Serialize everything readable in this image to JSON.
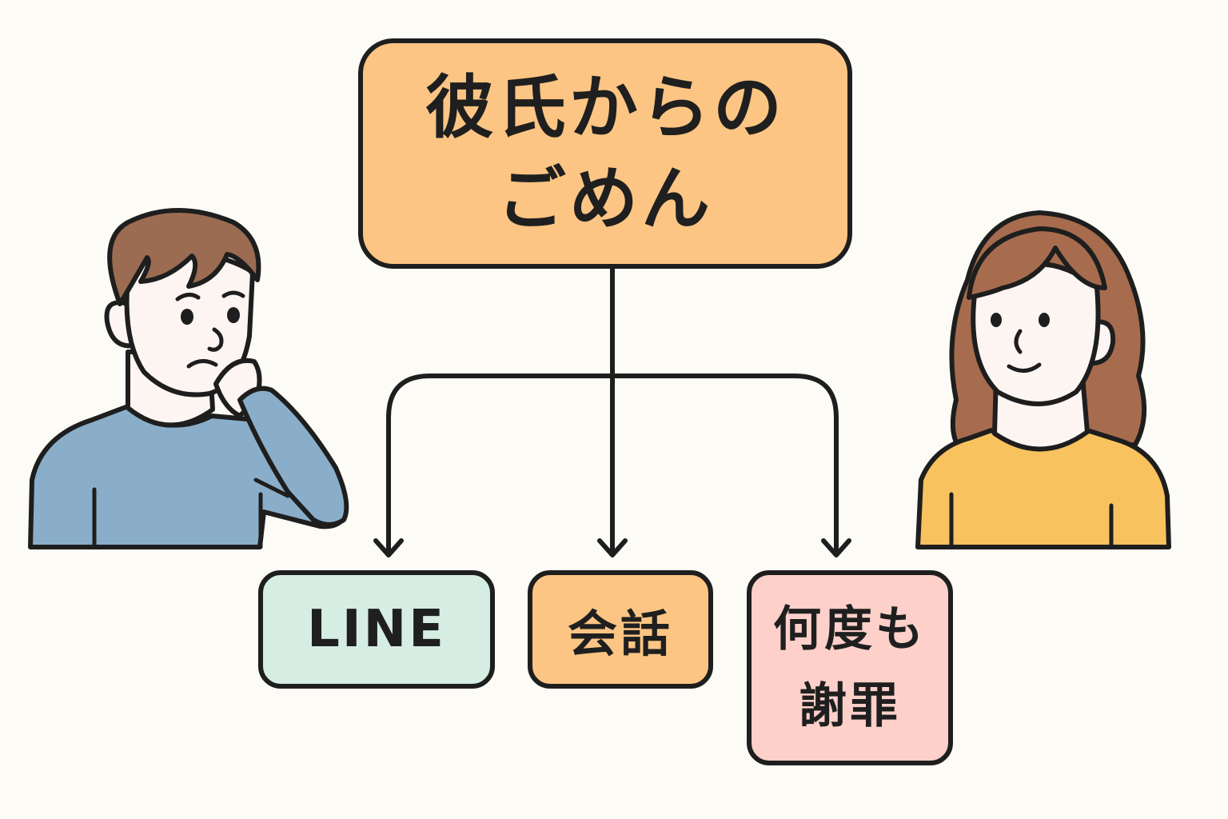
{
  "diagram": {
    "title_lines": [
      "彼氏からの",
      "ごめん"
    ],
    "branches": [
      {
        "id": "line",
        "lines": [
          "LINE"
        ]
      },
      {
        "id": "kaiwa",
        "lines": [
          "会話"
        ]
      },
      {
        "id": "apology",
        "lines": [
          "何度も",
          "謝罪"
        ]
      }
    ]
  },
  "colors": {
    "background": "#fdfbf6",
    "outline": "#1e1e1e",
    "title_fill": "#fcc583",
    "line_fill": "#d5ede3",
    "kaiwa_fill": "#fcc583",
    "apology_fill": "#fdd0c9",
    "man_shirt": "#8aaec9",
    "man_hair": "#9b6c52",
    "woman_shirt": "#f8c25e",
    "woman_hair": "#a76c4e",
    "skin": "#fdf5f2"
  },
  "characters": {
    "left": "worried-man-icon",
    "right": "smiling-woman-icon"
  }
}
